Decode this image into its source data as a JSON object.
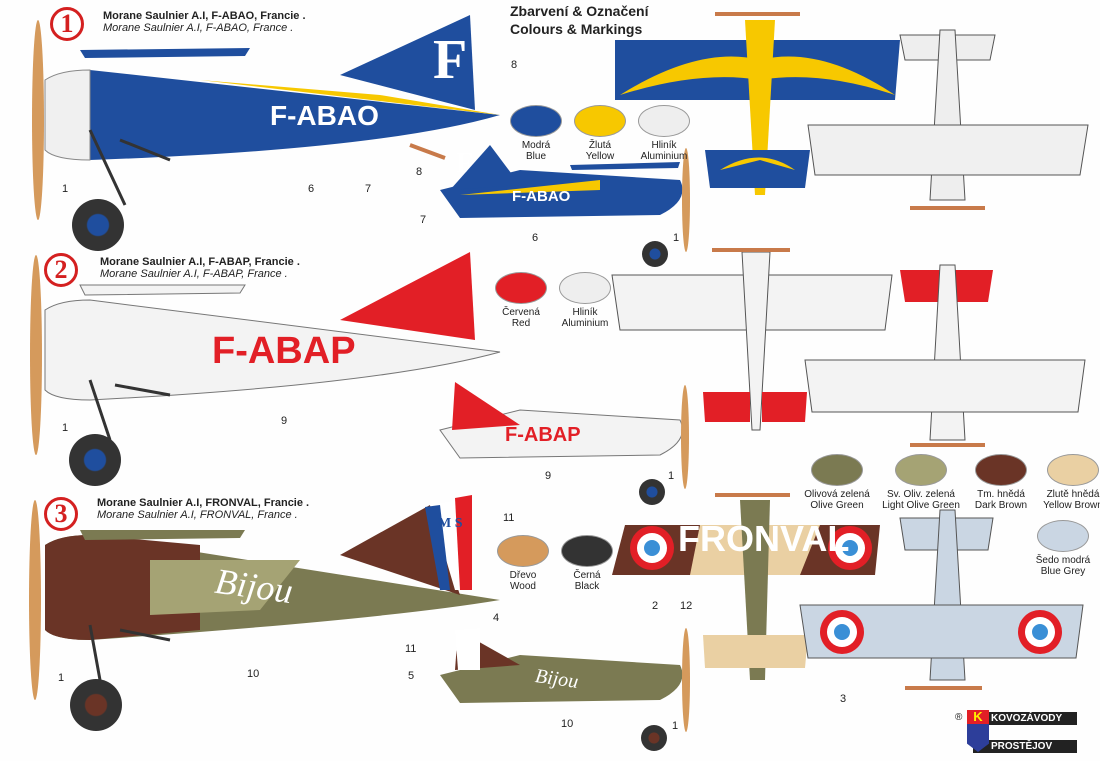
{
  "header": {
    "title_cz": "Zbarvení & Označení",
    "title_en": "Colours & Markings"
  },
  "schemes": [
    {
      "number": "1",
      "title_cz": "Morane Saulnier A.I, F-ABAO, Francie .",
      "title_en": "Morane Saulnier A.I, F-ABAO, France .",
      "registration": "F-ABAO",
      "tail_letter": "F",
      "callouts": [
        "1",
        "6",
        "7",
        "8",
        "8",
        "7",
        "6",
        "1"
      ],
      "colors": [
        {
          "cz": "Modrá",
          "en": "Blue",
          "hex": "#1f4e9e"
        },
        {
          "cz": "Žlutá",
          "en": "Yellow",
          "hex": "#f7c800"
        },
        {
          "cz": "Hliník",
          "en": "Aluminium",
          "hex": "#eeeeee"
        }
      ]
    },
    {
      "number": "2",
      "title_cz": "Morane Saulnier A.I, F-ABAP, Francie .",
      "title_en": "Morane Saulnier A.I, F-ABAP, France .",
      "registration": "F-ABAP",
      "callouts": [
        "1",
        "9",
        "9",
        "1"
      ],
      "colors": [
        {
          "cz": "Červená",
          "en": "Red",
          "hex": "#e21f26"
        },
        {
          "cz": "Hliník",
          "en": "Aluminium",
          "hex": "#eeeeee"
        }
      ]
    },
    {
      "number": "3",
      "title_cz": "Morane Saulnier A.I, FRONVAL, Francie .",
      "title_en": "Morane Saulnier A.I, FRONVAL, France .",
      "name": "Bijou",
      "wing_marking": "FRONVAL",
      "tail_text": "M S",
      "callouts": [
        "11",
        "4",
        "10",
        "1",
        "11",
        "5",
        "10",
        "1",
        "2",
        "12",
        "3"
      ],
      "colors": [
        {
          "cz": "Dřevo",
          "en": "Wood",
          "hex": "#d59a5c"
        },
        {
          "cz": "Černá",
          "en": "Black",
          "hex": "#333333"
        }
      ]
    }
  ],
  "camo_colors": [
    {
      "cz": "Olivová zelená",
      "en": "Olive Green",
      "hex": "#7b7a52"
    },
    {
      "cz": "Sv. Oliv. zelená",
      "en": "Light Olive Green",
      "hex": "#a5a374"
    },
    {
      "cz": "Tm. hnědá",
      "en": "Dark Brown",
      "hex": "#6a3426"
    },
    {
      "cz": "Zlutě hnědá",
      "en": "Yellow Brown",
      "hex": "#ead0a3"
    },
    {
      "cz": "Šedo modrá",
      "en": "Blue Grey",
      "hex": "#cad6e3"
    }
  ],
  "logo": {
    "line1": "KOVOZÁVODY",
    "line2": "PROSTĚJOV",
    "mark": "K",
    "registered": "®"
  }
}
